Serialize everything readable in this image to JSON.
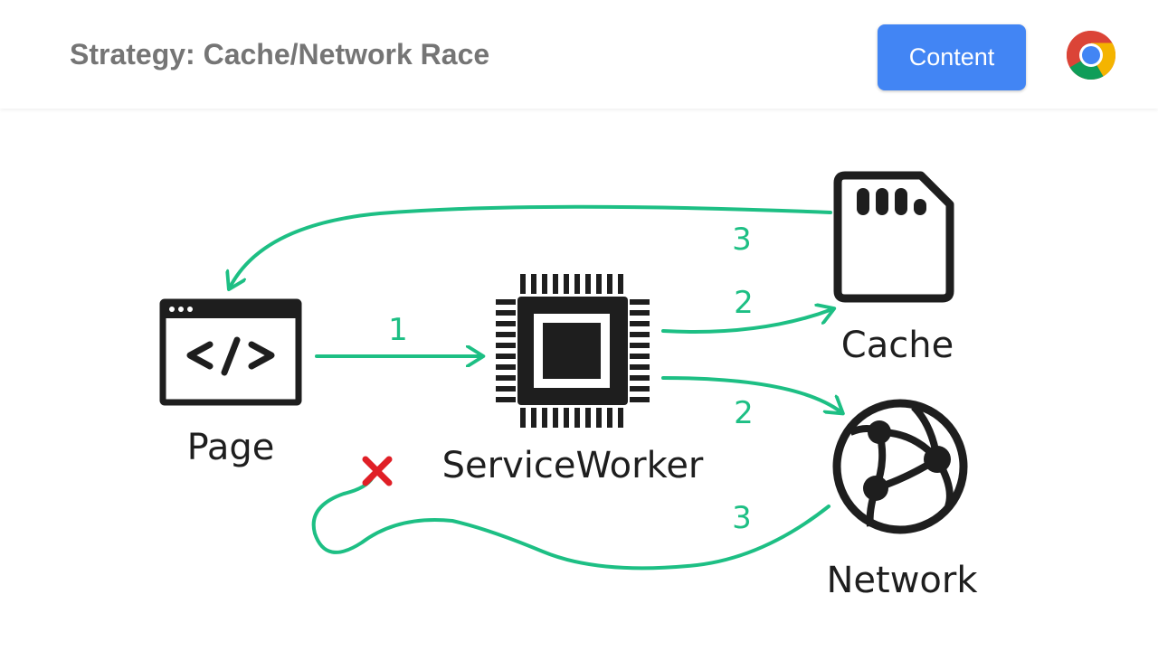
{
  "header": {
    "title": "Strategy: Cache/Network Race",
    "content_button_label": "Content",
    "logo_icon": "chrome-logo-icon"
  },
  "diagram": {
    "nodes": {
      "page": "Page",
      "service_worker": "ServiceWorker",
      "cache": "Cache",
      "network": "Network"
    },
    "arrow_labels": {
      "page_to_sw": "1",
      "sw_to_cache": "2",
      "sw_to_network": "2",
      "cache_to_page": "3",
      "network_to_page": "3"
    },
    "icons": {
      "page": "browser-window-code-icon",
      "service_worker": "cpu-chip-icon",
      "cache": "sd-card-icon",
      "network": "globe-network-icon",
      "failed": "red-x-icon"
    },
    "colors": {
      "arrow": "#1dbf84",
      "ink": "#1e1e1e",
      "cross": "#e01f26",
      "button": "#4285f4",
      "title": "#757575"
    }
  }
}
